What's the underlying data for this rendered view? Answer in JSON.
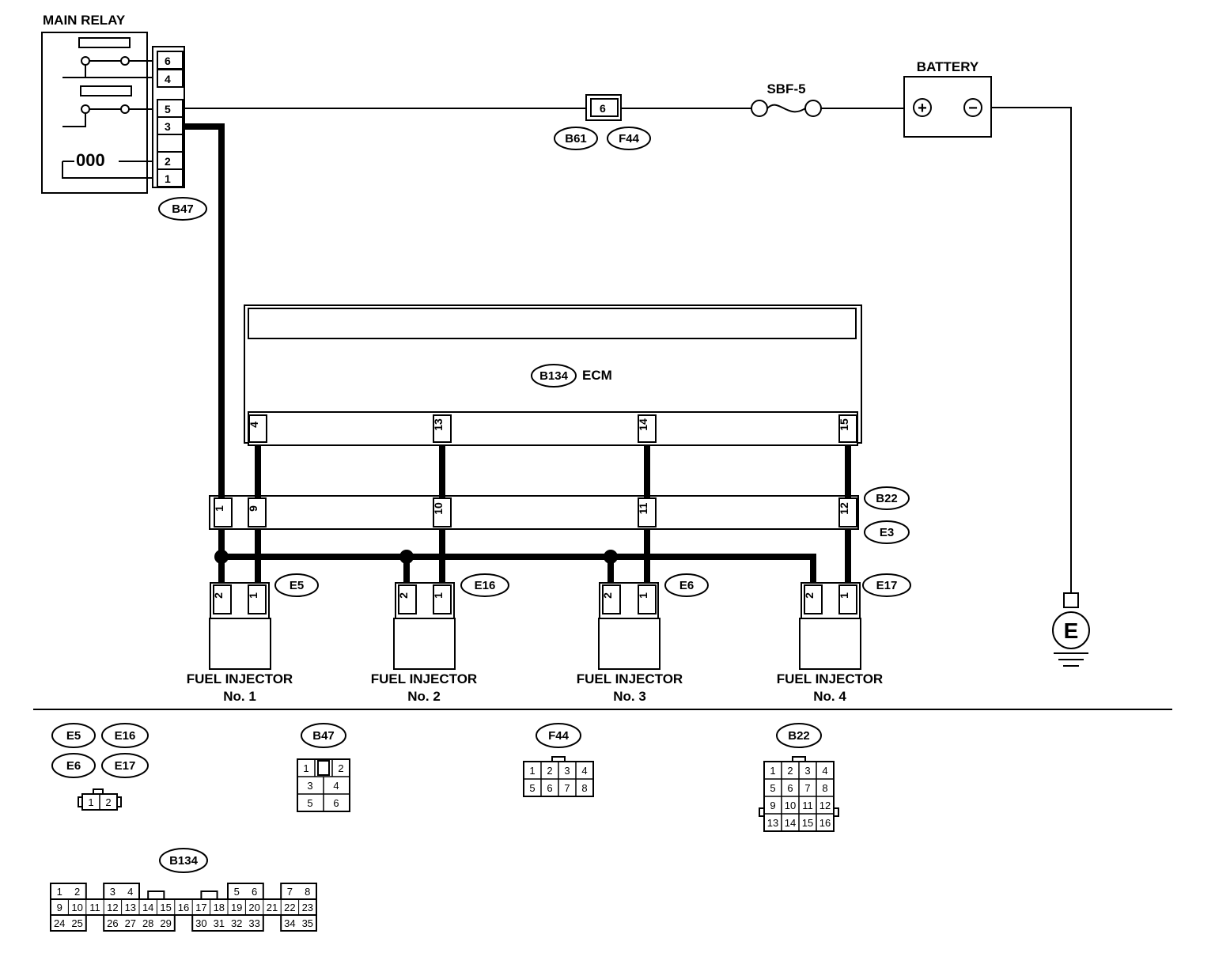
{
  "labels": {
    "main_relay": "MAIN RELAY",
    "battery": "BATTERY",
    "fuse": "SBF-5",
    "ecm": "ECM",
    "ground": "E",
    "injectors": [
      {
        "line1": "FUEL INJECTOR",
        "line2": "No. 1"
      },
      {
        "line1": "FUEL INJECTOR",
        "line2": "No. 2"
      },
      {
        "line1": "FUEL INJECTOR",
        "line2": "No. 3"
      },
      {
        "line1": "FUEL INJECTOR",
        "line2": "No. 4"
      }
    ]
  },
  "tags": {
    "b47": "B47",
    "b61": "B61",
    "f44": "F44",
    "b134": "B134",
    "b22": "B22",
    "e3": "E3",
    "e5": "E5",
    "e16": "E16",
    "e6": "E6",
    "e17": "E17"
  },
  "relay_pins": [
    "6",
    "4",
    "5",
    "3",
    "2",
    "1"
  ],
  "relay_coil": "000",
  "battery_symbols": {
    "plus": "+",
    "minus": "−"
  },
  "fuse_connector_pin": "6",
  "ecm_pins": [
    "4",
    "13",
    "14",
    "15"
  ],
  "b22_pins": [
    "1",
    "9",
    "10",
    "11",
    "12"
  ],
  "injector_pins": [
    "2",
    "1"
  ],
  "legend": {
    "e_group": [
      "E5",
      "E16",
      "E6",
      "E17"
    ],
    "e_conn": [
      "1",
      "2"
    ],
    "b47": {
      "tag": "B47",
      "rows": [
        [
          "1",
          "",
          "2"
        ],
        [
          "3",
          "4"
        ],
        [
          "5",
          "6"
        ]
      ]
    },
    "f44": {
      "tag": "F44",
      "rows": [
        [
          "1",
          "2",
          "3",
          "4"
        ],
        [
          "5",
          "6",
          "7",
          "8"
        ]
      ]
    },
    "b22": {
      "tag": "B22",
      "rows": [
        [
          "1",
          "2",
          "3",
          "4"
        ],
        [
          "5",
          "6",
          "7",
          "8"
        ],
        [
          "9",
          "10",
          "11",
          "12"
        ],
        [
          "13",
          "14",
          "15",
          "16"
        ]
      ]
    },
    "b134": {
      "tag": "B134",
      "row1": [
        "1",
        "2",
        "3",
        "4",
        "5",
        "6",
        "7",
        "8"
      ],
      "row2": [
        "9",
        "10",
        "11",
        "12",
        "13",
        "14",
        "15",
        "16",
        "17",
        "18",
        "19",
        "20",
        "21",
        "22",
        "23"
      ],
      "row3": [
        "24",
        "25",
        "26",
        "27",
        "28",
        "29",
        "30",
        "31",
        "32",
        "33",
        "34",
        "35"
      ]
    }
  }
}
